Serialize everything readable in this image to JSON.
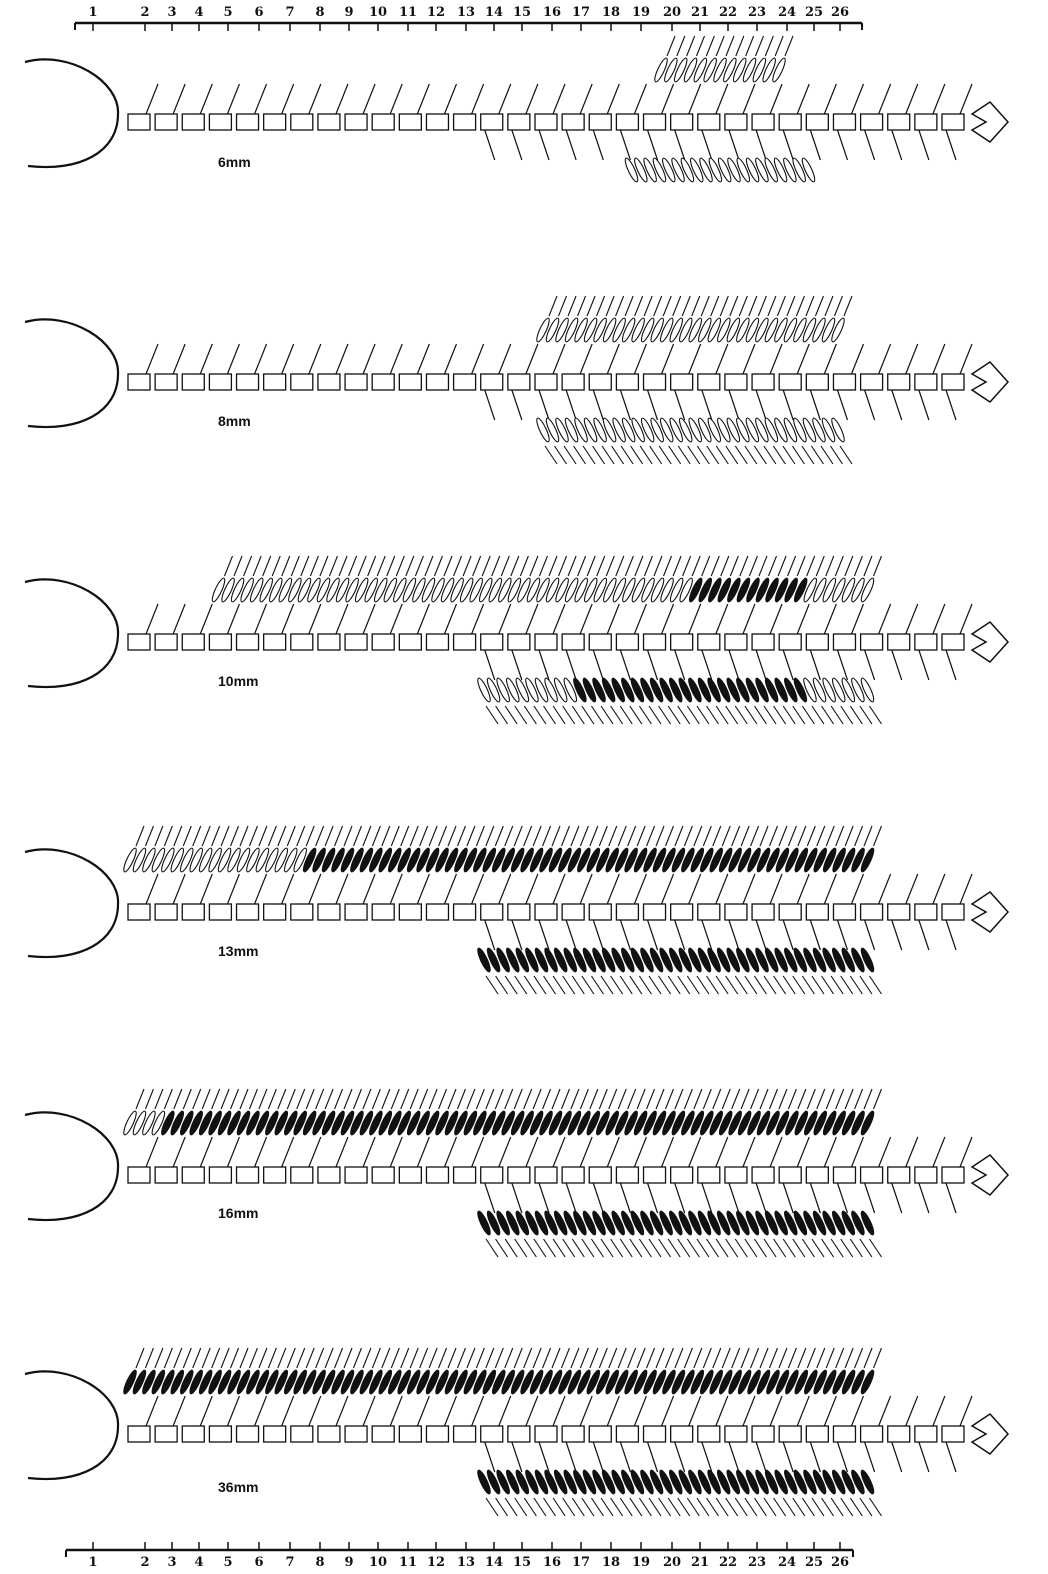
{
  "scales": {
    "top_numbers": [
      "1",
      "2",
      "3",
      "4",
      "5",
      "6",
      "7",
      "8",
      "9",
      "10",
      "11",
      "12",
      "13",
      "14",
      "15",
      "16",
      "17",
      "18",
      "19",
      "20",
      "21",
      "22",
      "23",
      "24",
      "25",
      "26"
    ],
    "bottom_numbers": [
      "1",
      "2",
      "3",
      "4",
      "5",
      "6",
      "7",
      "8",
      "9",
      "10",
      "11",
      "12",
      "13",
      "14",
      "15",
      "16",
      "17",
      "18",
      "19",
      "20",
      "21",
      "22",
      "23",
      "24",
      "25",
      "26"
    ]
  },
  "stages": [
    {
      "label": "6mm",
      "segments": 31,
      "dorsal": {
        "from": 19,
        "to": 23,
        "dark_from": null,
        "dark_to": null
      },
      "ventral": {
        "from": 18,
        "to": 24,
        "dark_from": null,
        "dark_to": null
      },
      "ventral_spines": false
    },
    {
      "label": "8mm",
      "segments": 31,
      "dorsal": {
        "from": 15,
        "to": 25,
        "dark_from": null,
        "dark_to": null
      },
      "ventral": {
        "from": 15,
        "to": 25,
        "dark_from": null,
        "dark_to": null
      },
      "ventral_spines": true
    },
    {
      "label": "10mm",
      "segments": 31,
      "dorsal": {
        "from": 4,
        "to": 26,
        "dark_from": 20,
        "dark_to": 24
      },
      "ventral": {
        "from": 13,
        "to": 26,
        "dark_from": 16,
        "dark_to": 24
      },
      "ventral_spines": true
    },
    {
      "label": "13mm",
      "segments": 31,
      "dorsal": {
        "from": 1,
        "to": 26,
        "dark_from": 7,
        "dark_to": 26
      },
      "ventral": {
        "from": 13,
        "to": 26,
        "dark_from": 13,
        "dark_to": 26
      },
      "ventral_spines": true
    },
    {
      "label": "16mm",
      "segments": 31,
      "dorsal": {
        "from": 1,
        "to": 26,
        "dark_from": 2,
        "dark_to": 26
      },
      "ventral": {
        "from": 13,
        "to": 26,
        "dark_from": 13,
        "dark_to": 26
      },
      "ventral_spines": true
    },
    {
      "label": "36mm",
      "segments": 31,
      "dorsal": {
        "from": 1,
        "to": 26,
        "dark_from": 1,
        "dark_to": 26
      },
      "ventral": {
        "from": 13,
        "to": 26,
        "dark_from": 13,
        "dark_to": 26
      },
      "ventral_spines": true
    }
  ]
}
